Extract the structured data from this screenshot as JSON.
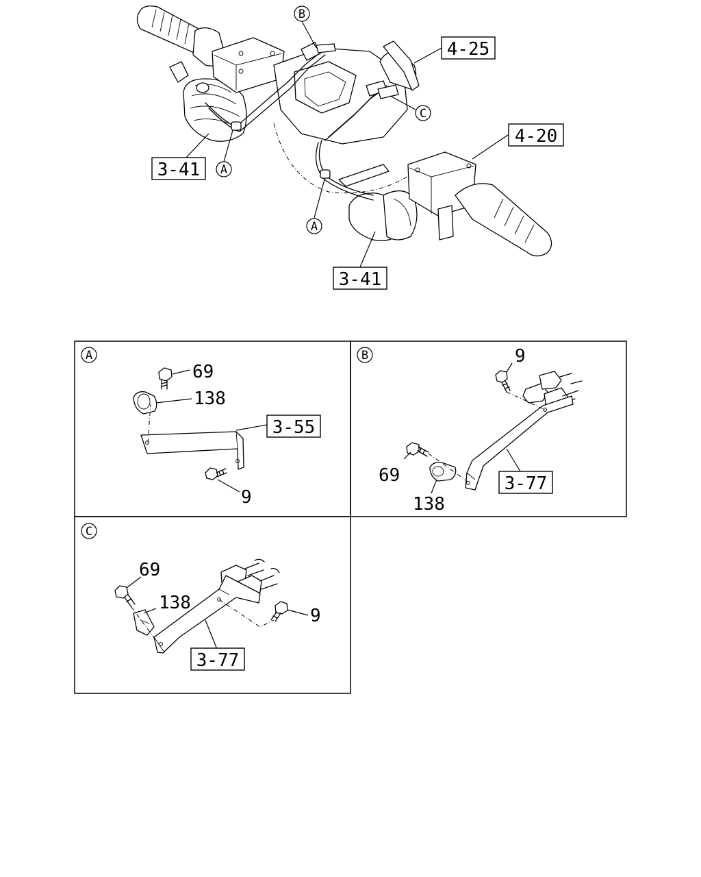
{
  "main_view": {
    "refs": {
      "ref_4_25": "4-25",
      "ref_4_20": "4-20",
      "ref_3_41_left": "3-41",
      "ref_3_41_bottom": "3-41"
    },
    "callouts": {
      "A_left": "A",
      "A_bottom": "A",
      "B": "B",
      "C": "C"
    }
  },
  "detail_a": {
    "marker": "A",
    "ref_box": "3-55",
    "bolt_top": "69",
    "clip": "138",
    "bolt_bottom": "9"
  },
  "detail_b": {
    "marker": "B",
    "ref_box": "3-77",
    "bolt_top": "9",
    "bolt_left": "69",
    "clip": "138"
  },
  "detail_c": {
    "marker": "C",
    "ref_box": "3-77",
    "bolt_left": "69",
    "clip": "138",
    "bolt_right": "9"
  }
}
